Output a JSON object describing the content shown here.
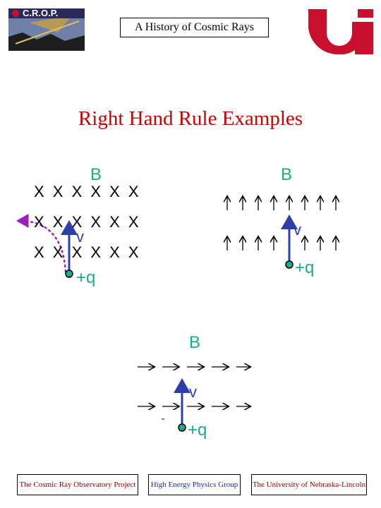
{
  "header": {
    "title": "A History of Cosmic Rays",
    "logo_left_text": "C.R.O.P."
  },
  "slide": {
    "title": "Right Hand Rule Examples"
  },
  "example1": {
    "b": "B",
    "rows": [
      "X X X X X X",
      "X X X X X X",
      "X X X X X X"
    ],
    "v": "v",
    "q": "+q"
  },
  "example2": {
    "b": "B",
    "v": "v",
    "q": "+q"
  },
  "example3": {
    "b": "B",
    "v": "v",
    "q": "+q"
  },
  "footer": {
    "left": "The Cosmic Ray Observatory Project",
    "middle": "High Energy Physics Group",
    "right": "The University of Nebraska-Lincoln"
  },
  "colors": {
    "title": "#cc0000",
    "field": "#1aab8a",
    "velocity": "#2f3fa8",
    "path": "#9b1fb8",
    "logo_red": "#c8102e"
  }
}
